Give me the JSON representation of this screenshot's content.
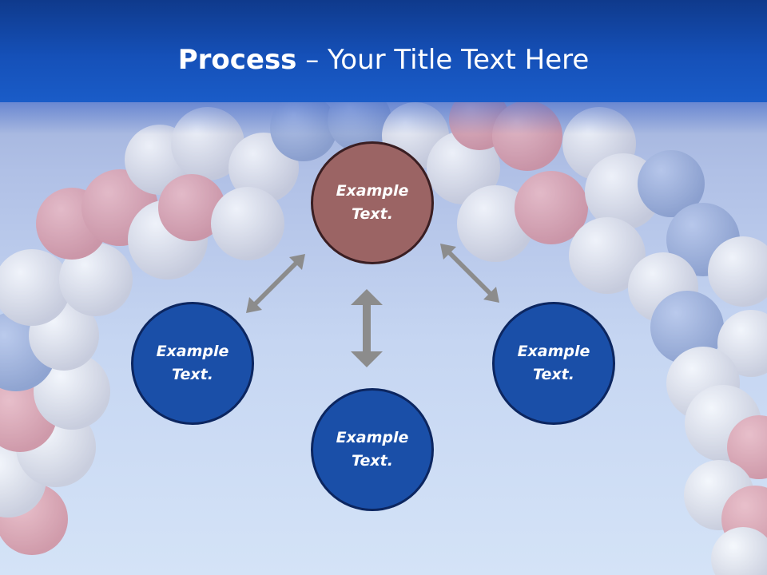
{
  "slide": {
    "title_bold": "Process",
    "title_rest": " – Your Title Text Here"
  },
  "nodes": [
    {
      "label_line1": "Example",
      "label_line2": "Text.",
      "color": "#9b6464"
    },
    {
      "label_line1": "Example",
      "label_line2": "Text.",
      "color": "#1a4fa8"
    },
    {
      "label_line1": "Example",
      "label_line2": "Text.",
      "color": "#1a4fa8"
    },
    {
      "label_line1": "Example",
      "label_line2": "Text.",
      "color": "#1a4fa8"
    }
  ],
  "colors": {
    "header": "#1550b8",
    "arrow": "#8c8c8c"
  }
}
